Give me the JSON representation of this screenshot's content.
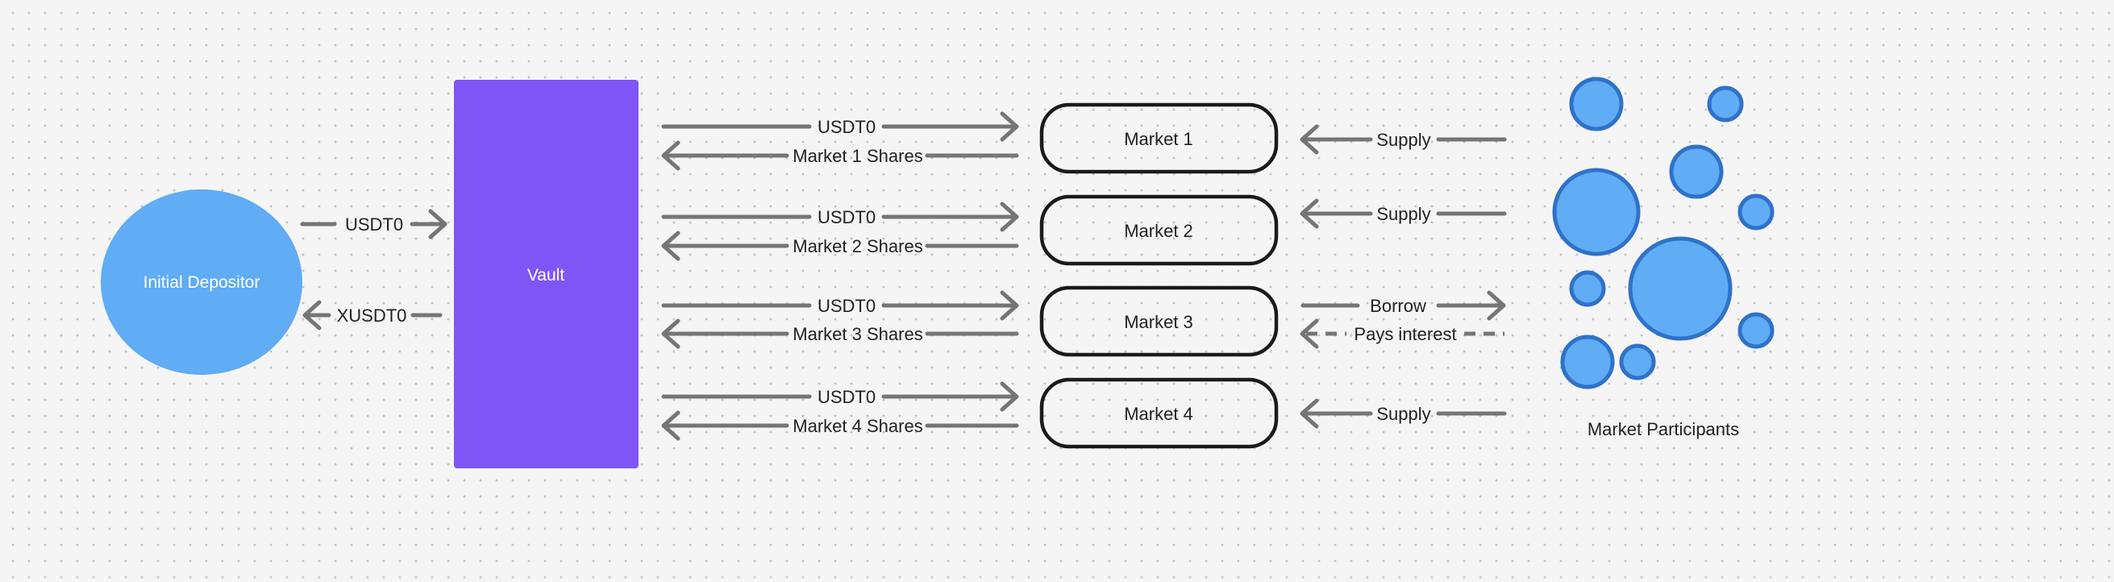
{
  "colors": {
    "depositor": "#60acf5",
    "vault": "#7f56f5",
    "participant_fill": "#60acf5",
    "participant_stroke": "#2f72c9",
    "arrow": "#757575",
    "market_border": "#1a1a1a"
  },
  "depositor": {
    "label": "Initial Depositor"
  },
  "vault": {
    "label": "Vault"
  },
  "depositor_flows": {
    "in_label": "USDT0",
    "out_label": "XUSDT0"
  },
  "markets": [
    {
      "label": "Market 1",
      "deposit_label": "USDT0",
      "shares_label": "Market 1 Shares",
      "participant_label": "Supply"
    },
    {
      "label": "Market 2",
      "deposit_label": "USDT0",
      "shares_label": "Market 2 Shares",
      "participant_label": "Supply"
    },
    {
      "label": "Market 3",
      "deposit_label": "USDT0",
      "shares_label": "Market 3 Shares",
      "borrow_label": "Borrow",
      "interest_label": "Pays interest"
    },
    {
      "label": "Market 4",
      "deposit_label": "USDT0",
      "shares_label": "Market 4 Shares",
      "participant_label": "Supply"
    }
  ],
  "participants": {
    "label": "Market Participants"
  }
}
